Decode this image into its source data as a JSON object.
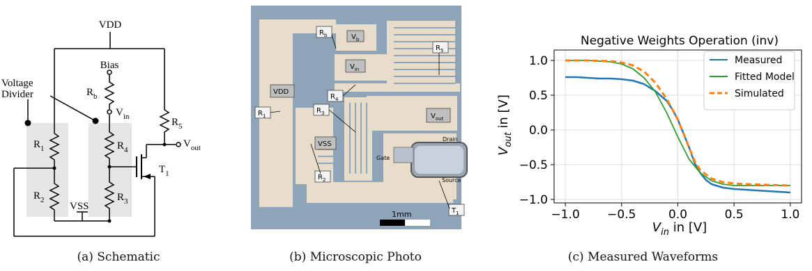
{
  "panels": {
    "a": {
      "caption": "(a) Schematic",
      "labels": {
        "vdd": "VDD",
        "bias": "Bias",
        "rb": "R",
        "rb_sub": "b",
        "vin": "V",
        "vin_sub": "in",
        "divider_1": "Voltage",
        "divider_2": "Divider",
        "r1": "R",
        "r1_sub": "1",
        "r2": "R",
        "r2_sub": "2",
        "r3": "R",
        "r3_sub": "3",
        "r4": "R",
        "r4_sub": "4",
        "r5": "R",
        "r5_sub": "5",
        "vss": "VSS",
        "t1": "T",
        "t1_sub": "1",
        "vout": "V",
        "vout_sub": "out"
      }
    },
    "b": {
      "caption": "(b) Microscopic Photo",
      "labels": {
        "rb": "R",
        "rb_sub": "b",
        "vb": "V",
        "vb_sub": "b",
        "vin": "V",
        "vin_sub": "in",
        "r5": "R",
        "r5_sub": "5",
        "vdd": "VDD",
        "r4": "R",
        "r4_sub": "4",
        "r1": "R",
        "r1_sub": "1",
        "r3": "R",
        "r3_sub": "3",
        "vout": "V",
        "vout_sub": "out",
        "drain": "Drain",
        "vss": "VSS",
        "gate": "Gate",
        "r2": "R",
        "r2_sub": "2",
        "source": "Source",
        "scale": "1mm",
        "t1": "T",
        "t1_sub": "1"
      }
    },
    "c": {
      "caption": "(c) Measured Waveforms"
    }
  },
  "chart_data": {
    "type": "line",
    "title": "Negative Weights Operation (inv)",
    "xlabel": "V",
    "xlabel_sub": "in",
    "xlabel_unit": " in [V]",
    "ylabel": "V",
    "ylabel_sub": "out",
    "ylabel_unit": " in [V]",
    "xlim": [
      -1.1,
      1.1
    ],
    "ylim": [
      -1.05,
      1.15
    ],
    "xticks": [
      "−1.0",
      "−0.5",
      "0.0",
      "0.5",
      "1.0"
    ],
    "xtick_values": [
      -1.0,
      -0.5,
      0.0,
      0.5,
      1.0
    ],
    "yticks": [
      "1.0",
      "0.5",
      "0.0",
      "−0.5",
      "−1.0"
    ],
    "ytick_values": [
      1.0,
      0.5,
      0.0,
      -0.5,
      -1.0
    ],
    "grid": true,
    "legend_position": "top-right",
    "series": [
      {
        "name": "Measured",
        "color": "#1f77b4",
        "x": [
          -1.0,
          -0.9,
          -0.8,
          -0.7,
          -0.6,
          -0.5,
          -0.4,
          -0.3,
          -0.2,
          -0.1,
          -0.05,
          0.0,
          0.05,
          0.1,
          0.15,
          0.2,
          0.25,
          0.3,
          0.4,
          0.5,
          0.6,
          0.7,
          0.8,
          0.9,
          1.0
        ],
        "y": [
          0.76,
          0.76,
          0.75,
          0.74,
          0.74,
          0.73,
          0.71,
          0.66,
          0.56,
          0.42,
          0.3,
          0.15,
          -0.05,
          -0.25,
          -0.48,
          -0.62,
          -0.72,
          -0.78,
          -0.83,
          -0.85,
          -0.86,
          -0.87,
          -0.88,
          -0.89,
          -0.9
        ]
      },
      {
        "name": "Fitted Model",
        "color": "#2ca02c",
        "x": [
          -1.0,
          -0.8,
          -0.6,
          -0.5,
          -0.4,
          -0.3,
          -0.2,
          -0.1,
          0.0,
          0.1,
          0.2,
          0.3,
          0.4,
          0.5,
          0.6,
          0.8,
          1.0
        ],
        "y": [
          1.0,
          1.0,
          0.98,
          0.95,
          0.88,
          0.75,
          0.55,
          0.25,
          -0.1,
          -0.42,
          -0.62,
          -0.73,
          -0.78,
          -0.8,
          -0.8,
          -0.8,
          -0.8
        ]
      },
      {
        "name": "Simulated",
        "color": "#ff7f0e",
        "dashed": true,
        "x": [
          -1.0,
          -0.8,
          -0.6,
          -0.5,
          -0.4,
          -0.3,
          -0.2,
          -0.1,
          0.0,
          0.1,
          0.15,
          0.2,
          0.3,
          0.4,
          0.5,
          0.6,
          0.8,
          1.0
        ],
        "y": [
          1.0,
          1.0,
          0.99,
          0.97,
          0.93,
          0.84,
          0.68,
          0.45,
          0.15,
          -0.25,
          -0.45,
          -0.58,
          -0.7,
          -0.75,
          -0.77,
          -0.78,
          -0.79,
          -0.8
        ]
      }
    ]
  }
}
